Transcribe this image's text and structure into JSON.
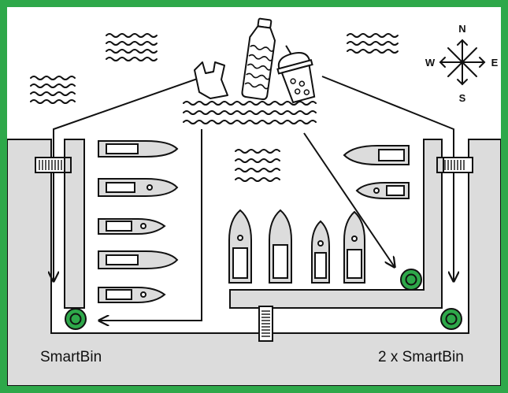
{
  "colors": {
    "frame": "#2ea84a",
    "land": "#dcdcdc",
    "stroke": "#111111",
    "smartbin": "#2ea84a",
    "water": "#ffffff"
  },
  "compass": {
    "north": "N",
    "south": "S",
    "east": "E",
    "west": "W"
  },
  "labels": {
    "left_smartbin": "SmartBin",
    "right_smartbin": "2 x SmartBin"
  },
  "icons": [
    "plastic-bag-icon",
    "plastic-bottle-icon",
    "cup-icon",
    "compass-icon",
    "wave-icon",
    "boat-icon",
    "smartbin-icon",
    "grate-icon"
  ]
}
